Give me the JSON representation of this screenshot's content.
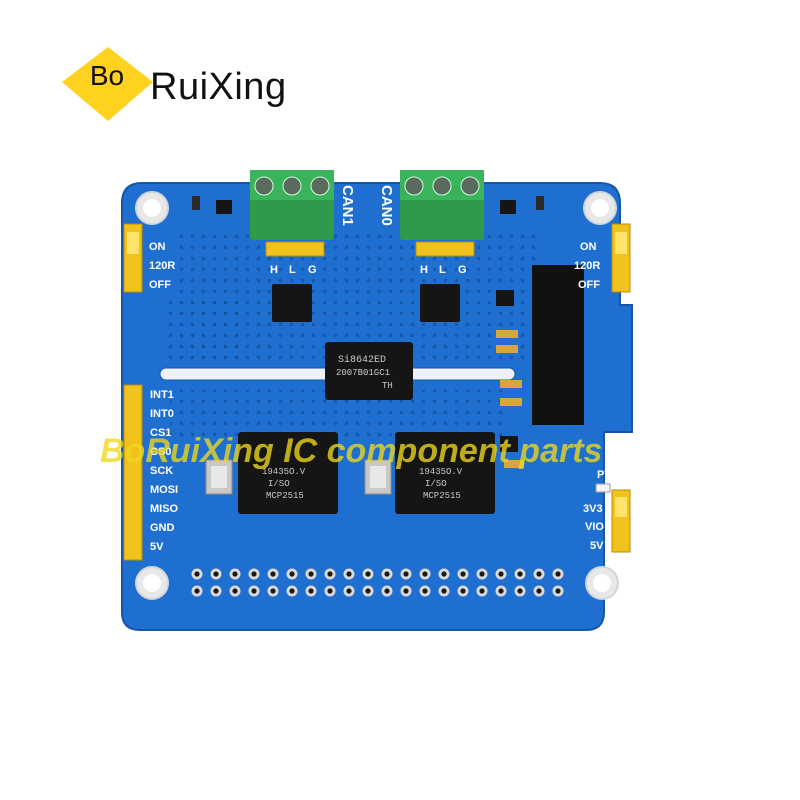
{
  "brand": {
    "badge_text": "Bo",
    "name": "RuiXing",
    "badge_color": "#FFD21F"
  },
  "watermark": {
    "text": "BoRuiXing IC component parts",
    "color": "#EED71E"
  },
  "board": {
    "pcb_color": "#1F6FD0",
    "silkscreen_color": "#FFFFFF",
    "chip_color": "#151515",
    "connectors": {
      "can1_label": "CAN1",
      "can0_label": "CAN0",
      "pin_labels": [
        "H",
        "L",
        "G"
      ]
    },
    "left_jumper_labels": [
      "ON",
      "120R",
      "OFF"
    ],
    "right_jumper_labels": [
      "ON",
      "120R",
      "OFF"
    ],
    "header_labels": [
      "INT1",
      "INT0",
      "CS1",
      "CS0",
      "SCK",
      "MOSI",
      "MISO",
      "GND",
      "5V"
    ],
    "power": {
      "pwr_label": "PWR",
      "voltage_labels": [
        "3V3",
        "VIO",
        "5V"
      ]
    },
    "isolator_chip": [
      "Si8642ED",
      "2007B01GC1",
      "TH"
    ],
    "controller_chip": [
      "MCP2515",
      "I/SO",
      "19435O.V"
    ]
  }
}
